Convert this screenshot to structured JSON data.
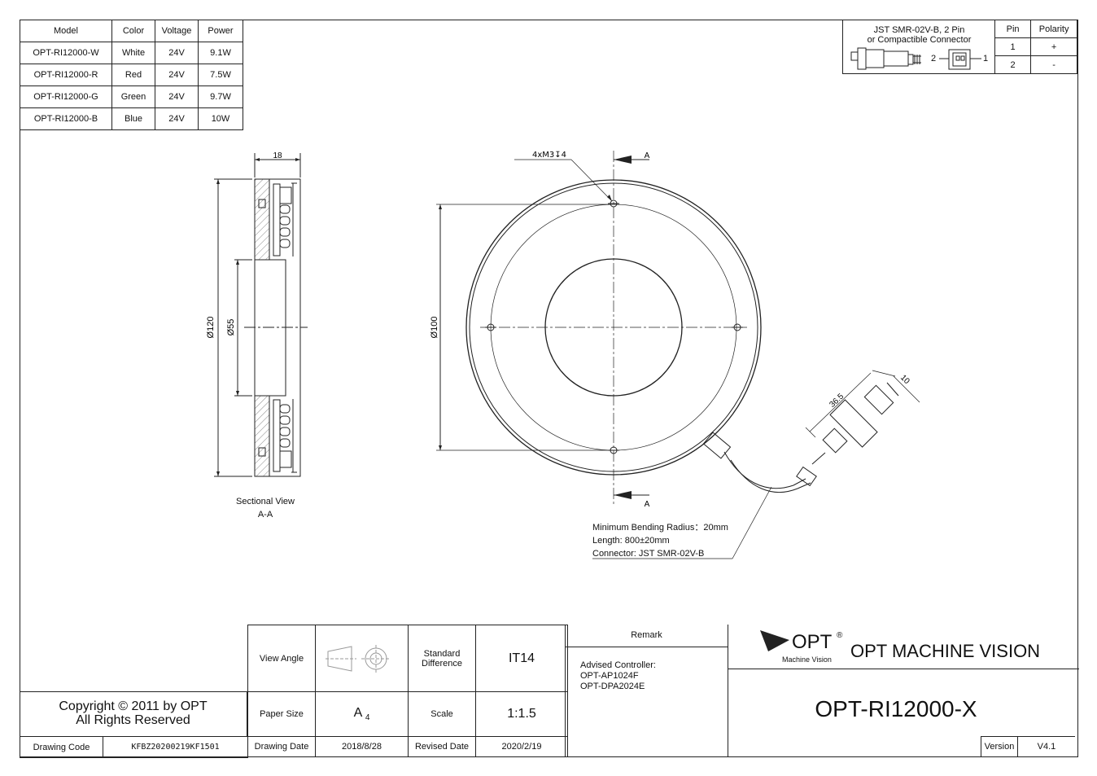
{
  "spec_table": {
    "headers": [
      "Model",
      "Color",
      "Voltage",
      "Power"
    ],
    "rows": [
      [
        "OPT-RI12000-W",
        "White",
        "24V",
        "9.1W"
      ],
      [
        "OPT-RI12000-R",
        "Red",
        "24V",
        "7.5W"
      ],
      [
        "OPT-RI12000-G",
        "Green",
        "24V",
        "9.7W"
      ],
      [
        "OPT-RI12000-B",
        "Blue",
        "24V",
        "10W"
      ]
    ]
  },
  "connector": {
    "title_line1": "JST SMR-02V-B, 2 Pin",
    "title_line2": "or Compactible Connector",
    "pin_header": "Pin",
    "polarity_header": "Polarity",
    "rows": [
      [
        "1",
        "+"
      ],
      [
        "2",
        "-"
      ]
    ],
    "pin2_label": "2",
    "pin1_label": "1"
  },
  "dimensions": {
    "width_18": "18",
    "dia_120": "Ø120",
    "dia_55": "Ø55",
    "dia_100": "Ø100",
    "holes": "4xM3↧4",
    "len_36_5": "36.5",
    "len_10": "10",
    "section_mark_top": "A",
    "section_mark_bottom": "A"
  },
  "section_caption": {
    "line1": "Sectional View",
    "line2": "A-A"
  },
  "cable_note": {
    "line1": "Minimum Bending Radius：20mm",
    "line2": "Length: 800±20mm",
    "line3": "Connector: JST SMR-02V-B"
  },
  "title_block": {
    "view_angle_label": "View Angle",
    "standard_diff_label": "Standard Difference",
    "standard_diff_value": "IT14",
    "paper_size_label": "Paper Size",
    "paper_size_value": "A",
    "paper_size_sub": "4",
    "scale_label": "Scale",
    "scale_value": "1:1.5",
    "drawing_date_label": "Drawing Date",
    "drawing_date_value": "2018/8/28",
    "revised_date_label": "Revised Date",
    "revised_date_value": "2020/2/19",
    "remark_label": "Remark",
    "remark_lines": [
      "Advised Controller:",
      "OPT-AP1024F",
      "OPT-DPA2024E"
    ],
    "copyright_line1": "Copyright © 2011 by OPT",
    "copyright_line2": "All Rights Reserved",
    "drawing_code_label": "Drawing Code",
    "drawing_code_value": "KFBZ20200219KF1501",
    "company_name": "OPT MACHINE VISION",
    "logo_text": "OPT",
    "logo_reg": "®",
    "logo_sub": "Machine Vision",
    "model_name": "OPT-RI12000-X",
    "version_label": "Version",
    "version_value": "V4.1"
  }
}
